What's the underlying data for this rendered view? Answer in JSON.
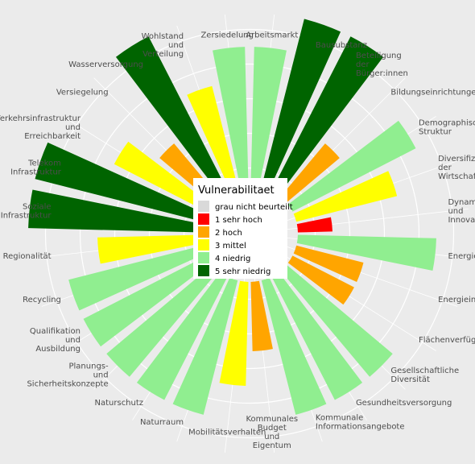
{
  "chart_data": {
    "type": "bar",
    "polar": true,
    "grid": true,
    "legend_position": "center",
    "ylim": [
      0,
      5
    ],
    "legend": {
      "title": "Vulnerabilitaet",
      "levels": [
        {
          "value": 0,
          "label": "grau nicht beurteilt",
          "color": "#d9d9d9"
        },
        {
          "value": 1,
          "label": "1 sehr hoch",
          "color": "#ff0000"
        },
        {
          "value": 2,
          "label": "2 hoch",
          "color": "#ffa500"
        },
        {
          "value": 3,
          "label": "3 mittel",
          "color": "#ffff00"
        },
        {
          "value": 4,
          "label": "4 niedrig",
          "color": "#90ee90"
        },
        {
          "value": 5,
          "label": "5 sehr niedrig",
          "color": "#006400"
        }
      ]
    },
    "categories": [
      {
        "label": "Arbeitsmarkt",
        "value": 4
      },
      {
        "label": "Bausubstanz",
        "value": 5
      },
      {
        "label": "Beteiligung der Bürger:innen",
        "value": 5
      },
      {
        "label": "Bildungseinrichtungen",
        "value": 2
      },
      {
        "label": "Demographische Struktur",
        "value": 4
      },
      {
        "label": "Diversifizierung der Wirtschaft",
        "value": 3
      },
      {
        "label": "Dynamik und Innovation",
        "value": 1
      },
      {
        "label": "Energieautarkie",
        "value": 4
      },
      {
        "label": "Energieinfrastruktur",
        "value": 2
      },
      {
        "label": "Flächenverfügbarkeit",
        "value": 2
      },
      {
        "label": "Gesellschaftliche Diversität",
        "value": 4
      },
      {
        "label": "Gesundheitsversorgung",
        "value": 4
      },
      {
        "label": "Kommunale Informationsangebote",
        "value": 4
      },
      {
        "label": "Kommunales Budget und Eigentum",
        "value": 2
      },
      {
        "label": "Mobilitätsverhalten",
        "value": 3
      },
      {
        "label": "Naturraum",
        "value": 4
      },
      {
        "label": "Naturschutz",
        "value": 4
      },
      {
        "label": "Planungs- und Sicherheitskonzepte",
        "value": 4
      },
      {
        "label": "Qualifikation und Ausbildung",
        "value": 4
      },
      {
        "label": "Recycling",
        "value": 4
      },
      {
        "label": "Regionalität",
        "value": 3
      },
      {
        "label": "Soziale Infrastruktur",
        "value": 5
      },
      {
        "label": "Telekom Infrastruktur",
        "value": 5
      },
      {
        "label": "Verkehrsinfrastruktur und Erreichbarkeit",
        "value": 3
      },
      {
        "label": "Versiegelung",
        "value": 2
      },
      {
        "label": "Wasserversorgung",
        "value": 5
      },
      {
        "label": "Wohlstand und Verteilung",
        "value": 3
      },
      {
        "label": "Zersiedelung",
        "value": 4
      }
    ]
  }
}
